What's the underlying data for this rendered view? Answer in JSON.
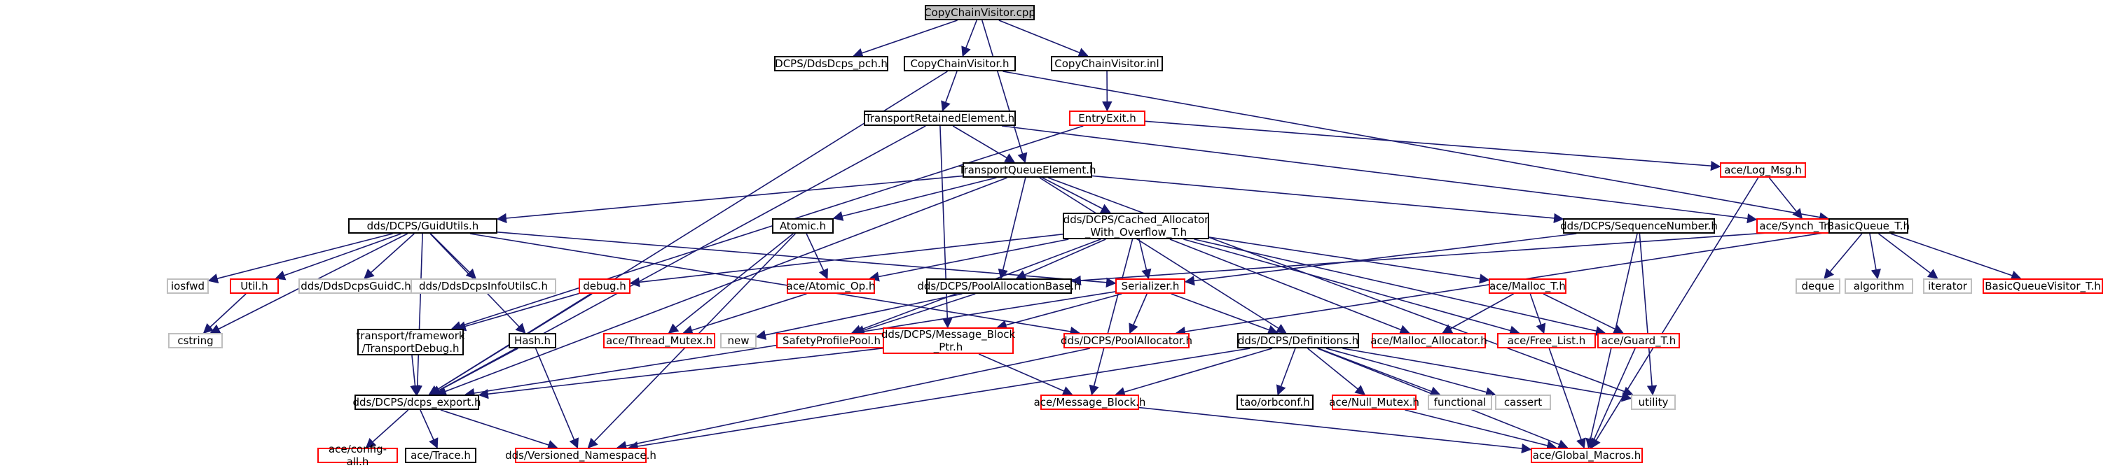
{
  "colors": {
    "edge": "#191970",
    "normal_border": "#000000",
    "incomplete_border": "#ff0000",
    "external_border": "#bfbfbf",
    "root_fill": "#bfbfbf"
  },
  "nodes": [
    {
      "id": "n1",
      "label": "CopyChainVisitor.cpp",
      "kind": "root"
    },
    {
      "id": "n2",
      "label": "DCPS/DdsDcps_pch.h",
      "kind": "normal"
    },
    {
      "id": "n3",
      "label": "CopyChainVisitor.h",
      "kind": "normal"
    },
    {
      "id": "n4",
      "label": "CopyChainVisitor.inl",
      "kind": "normal"
    },
    {
      "id": "n5",
      "label": "TransportRetainedElement.h",
      "kind": "normal"
    },
    {
      "id": "n6",
      "label": "EntryExit.h",
      "kind": "incomplete"
    },
    {
      "id": "n7",
      "label": "TransportQueueElement.h",
      "kind": "normal"
    },
    {
      "id": "n8",
      "label": "ace/Log_Msg.h",
      "kind": "incomplete"
    },
    {
      "id": "n9",
      "label": "dds/DCPS/GuidUtils.h",
      "kind": "normal"
    },
    {
      "id": "n10",
      "label": "Atomic.h",
      "kind": "normal"
    },
    {
      "id": "n11",
      "label": "dds/DCPS/Cached_Allocator\n_With_Overflow_T.h",
      "kind": "normal"
    },
    {
      "id": "n12",
      "label": "dds/DCPS/SequenceNumber.h",
      "kind": "normal"
    },
    {
      "id": "n13",
      "label": "ace/Synch_Traits.h",
      "kind": "incomplete"
    },
    {
      "id": "n14",
      "label": "BasicQueue_T.h",
      "kind": "normal"
    },
    {
      "id": "n15",
      "label": "iosfwd",
      "kind": "external"
    },
    {
      "id": "n16",
      "label": "Util.h",
      "kind": "incomplete"
    },
    {
      "id": "n17",
      "label": "dds/DdsDcpsGuidC.h",
      "kind": "external"
    },
    {
      "id": "n18",
      "label": "dds/DdsDcpsInfoUtilsC.h",
      "kind": "external"
    },
    {
      "id": "n19",
      "label": "debug.h",
      "kind": "incomplete"
    },
    {
      "id": "n20",
      "label": "ace/Atomic_Op.h",
      "kind": "incomplete"
    },
    {
      "id": "n21",
      "label": "dds/DCPS/PoolAllocationBase.h",
      "kind": "normal"
    },
    {
      "id": "n22",
      "label": "Serializer.h",
      "kind": "incomplete"
    },
    {
      "id": "n23",
      "label": "ace/Malloc_T.h",
      "kind": "incomplete"
    },
    {
      "id": "n24",
      "label": "deque",
      "kind": "external"
    },
    {
      "id": "n25",
      "label": "algorithm",
      "kind": "external"
    },
    {
      "id": "n26",
      "label": "iterator",
      "kind": "external"
    },
    {
      "id": "n27",
      "label": "BasicQueueVisitor_T.h",
      "kind": "incomplete"
    },
    {
      "id": "n28",
      "label": "cstring",
      "kind": "external"
    },
    {
      "id": "n29",
      "label": "transport/framework\n/TransportDebug.h",
      "kind": "normal"
    },
    {
      "id": "n30",
      "label": "Hash.h",
      "kind": "normal"
    },
    {
      "id": "n31",
      "label": "ace/Thread_Mutex.h",
      "kind": "incomplete"
    },
    {
      "id": "n32",
      "label": "new",
      "kind": "external"
    },
    {
      "id": "n33",
      "label": "SafetyProfilePool.h",
      "kind": "incomplete"
    },
    {
      "id": "n34",
      "label": "dds/DCPS/Message_Block\n_Ptr.h",
      "kind": "incomplete"
    },
    {
      "id": "n35",
      "label": "dds/DCPS/PoolAllocator.h",
      "kind": "incomplete"
    },
    {
      "id": "n36",
      "label": "dds/DCPS/Definitions.h",
      "kind": "normal"
    },
    {
      "id": "n37",
      "label": "ace/Malloc_Allocator.h",
      "kind": "incomplete"
    },
    {
      "id": "n38",
      "label": "ace/Free_List.h",
      "kind": "incomplete"
    },
    {
      "id": "n39",
      "label": "ace/Guard_T.h",
      "kind": "incomplete"
    },
    {
      "id": "n40",
      "label": "dds/DCPS/dcps_export.h",
      "kind": "normal"
    },
    {
      "id": "n41",
      "label": "ace/Message_Block.h",
      "kind": "incomplete"
    },
    {
      "id": "n42",
      "label": "tao/orbconf.h",
      "kind": "normal"
    },
    {
      "id": "n43",
      "label": "ace/Null_Mutex.h",
      "kind": "incomplete"
    },
    {
      "id": "n44",
      "label": "functional",
      "kind": "external"
    },
    {
      "id": "n45",
      "label": "cassert",
      "kind": "external"
    },
    {
      "id": "n46",
      "label": "utility",
      "kind": "external"
    },
    {
      "id": "n47",
      "label": "ace/config-all.h",
      "kind": "incomplete"
    },
    {
      "id": "n48",
      "label": "ace/Trace.h",
      "kind": "normal"
    },
    {
      "id": "n49",
      "label": "dds/Versioned_Namespace.h",
      "kind": "incomplete"
    },
    {
      "id": "n50",
      "label": "ace/Global_Macros.h",
      "kind": "incomplete"
    }
  ],
  "edges": [
    [
      "n1",
      "n2"
    ],
    [
      "n1",
      "n3"
    ],
    [
      "n1",
      "n4"
    ],
    [
      "n1",
      "n7"
    ],
    [
      "n3",
      "n5"
    ],
    [
      "n3",
      "n14"
    ],
    [
      "n3",
      "n40"
    ],
    [
      "n4",
      "n6"
    ],
    [
      "n5",
      "n7"
    ],
    [
      "n5",
      "n34"
    ],
    [
      "n5",
      "n40"
    ],
    [
      "n5",
      "n13"
    ],
    [
      "n6",
      "n8"
    ],
    [
      "n6",
      "n29"
    ],
    [
      "n8",
      "n13"
    ],
    [
      "n8",
      "n50"
    ],
    [
      "n7",
      "n9"
    ],
    [
      "n7",
      "n10"
    ],
    [
      "n7",
      "n11"
    ],
    [
      "n7",
      "n12"
    ],
    [
      "n7",
      "n21"
    ],
    [
      "n7",
      "n36"
    ],
    [
      "n7",
      "n46"
    ],
    [
      "n7",
      "n40"
    ],
    [
      "n9",
      "n15"
    ],
    [
      "n9",
      "n16"
    ],
    [
      "n9",
      "n17"
    ],
    [
      "n9",
      "n18"
    ],
    [
      "n9",
      "n28"
    ],
    [
      "n9",
      "n30"
    ],
    [
      "n9",
      "n22"
    ],
    [
      "n9",
      "n35"
    ],
    [
      "n9",
      "n40"
    ],
    [
      "n10",
      "n20"
    ],
    [
      "n10",
      "n31"
    ],
    [
      "n10",
      "n49"
    ],
    [
      "n11",
      "n19"
    ],
    [
      "n11",
      "n20"
    ],
    [
      "n11",
      "n21"
    ],
    [
      "n11",
      "n22"
    ],
    [
      "n11",
      "n23"
    ],
    [
      "n11",
      "n37"
    ],
    [
      "n11",
      "n38"
    ],
    [
      "n11",
      "n39"
    ],
    [
      "n11",
      "n33"
    ],
    [
      "n11",
      "n41"
    ],
    [
      "n12",
      "n22"
    ],
    [
      "n12",
      "n46"
    ],
    [
      "n12",
      "n50"
    ],
    [
      "n14",
      "n24"
    ],
    [
      "n14",
      "n25"
    ],
    [
      "n14",
      "n26"
    ],
    [
      "n14",
      "n27"
    ],
    [
      "n14",
      "n21"
    ],
    [
      "n14",
      "n35"
    ],
    [
      "n16",
      "n28"
    ],
    [
      "n19",
      "n29"
    ],
    [
      "n19",
      "n40"
    ],
    [
      "n20",
      "n31"
    ],
    [
      "n21",
      "n32"
    ],
    [
      "n21",
      "n33"
    ],
    [
      "n22",
      "n34"
    ],
    [
      "n22",
      "n35"
    ],
    [
      "n22",
      "n36"
    ],
    [
      "n22",
      "n40"
    ],
    [
      "n23",
      "n37"
    ],
    [
      "n23",
      "n38"
    ],
    [
      "n23",
      "n39"
    ],
    [
      "n29",
      "n40"
    ],
    [
      "n30",
      "n40"
    ],
    [
      "n30",
      "n49"
    ],
    [
      "n34",
      "n40"
    ],
    [
      "n34",
      "n41"
    ],
    [
      "n35",
      "n49"
    ],
    [
      "n36",
      "n41"
    ],
    [
      "n36",
      "n42"
    ],
    [
      "n36",
      "n43"
    ],
    [
      "n36",
      "n44"
    ],
    [
      "n36",
      "n45"
    ],
    [
      "n36",
      "n46"
    ],
    [
      "n36",
      "n49"
    ],
    [
      "n36",
      "n50"
    ],
    [
      "n38",
      "n50"
    ],
    [
      "n39",
      "n50"
    ],
    [
      "n40",
      "n47"
    ],
    [
      "n40",
      "n48"
    ],
    [
      "n40",
      "n49"
    ],
    [
      "n41",
      "n50"
    ],
    [
      "n43",
      "n50"
    ]
  ]
}
